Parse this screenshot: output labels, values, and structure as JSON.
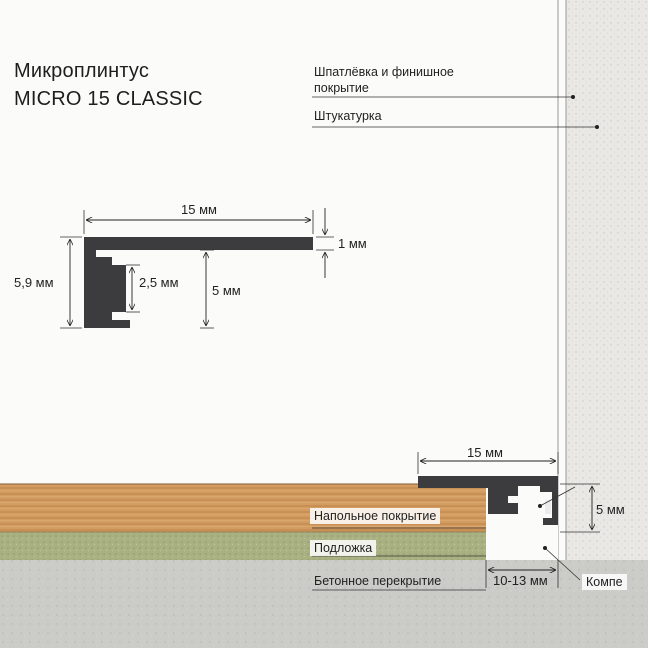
{
  "title": {
    "line1": "Микроплинтус",
    "line2": "MICRO 15 CLASSIC"
  },
  "wall_layers": {
    "finish": "Шпатлёвка и финишное покрытие",
    "plaster": "Штукатурка"
  },
  "profile_dims": {
    "width": "15 мм",
    "height_total": "5,9 мм",
    "slot": "2,5 мм",
    "height_inner": "5 мм",
    "thickness": "1 мм"
  },
  "floor_dims": {
    "width": "15 мм",
    "height": "5 мм",
    "gap": "10-13 мм"
  },
  "floor_layers": {
    "flooring": "Напольное покрытие",
    "underlay": "Подложка",
    "slab": "Бетонное перекрытие",
    "compensator": "Компе"
  },
  "colors": {
    "profile": "#3c3c3e",
    "wood": "#d29a5e",
    "underlay": "#a9b081",
    "concrete": "#c9c9c5",
    "wall": "#e8e7e3",
    "background": "#fbfbfa"
  }
}
